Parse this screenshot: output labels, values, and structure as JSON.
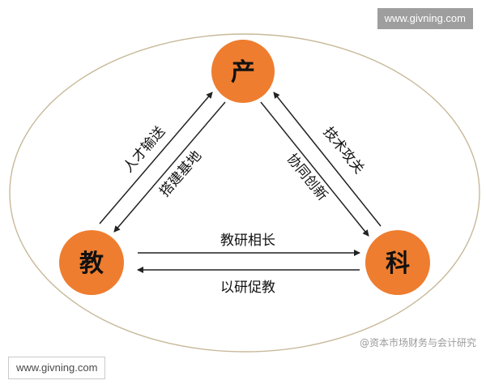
{
  "watermark_top": "www.givning.com",
  "watermark_bottom": "www.givning.com",
  "credit": "@资本市场财务与会计研究",
  "nodes": {
    "top": "产",
    "left": "教",
    "right": "科"
  },
  "labels": {
    "left_outer": "人才输送",
    "left_inner": "搭建基地",
    "right_outer": "技术攻关",
    "right_inner": "协同创新",
    "bottom_upper": "教研相长",
    "bottom_lower": "以研促教"
  },
  "colors": {
    "node_fill": "#ee7d2f",
    "node_text": "#111111",
    "arrow": "#222222",
    "ellipse": "#c8b99a"
  }
}
